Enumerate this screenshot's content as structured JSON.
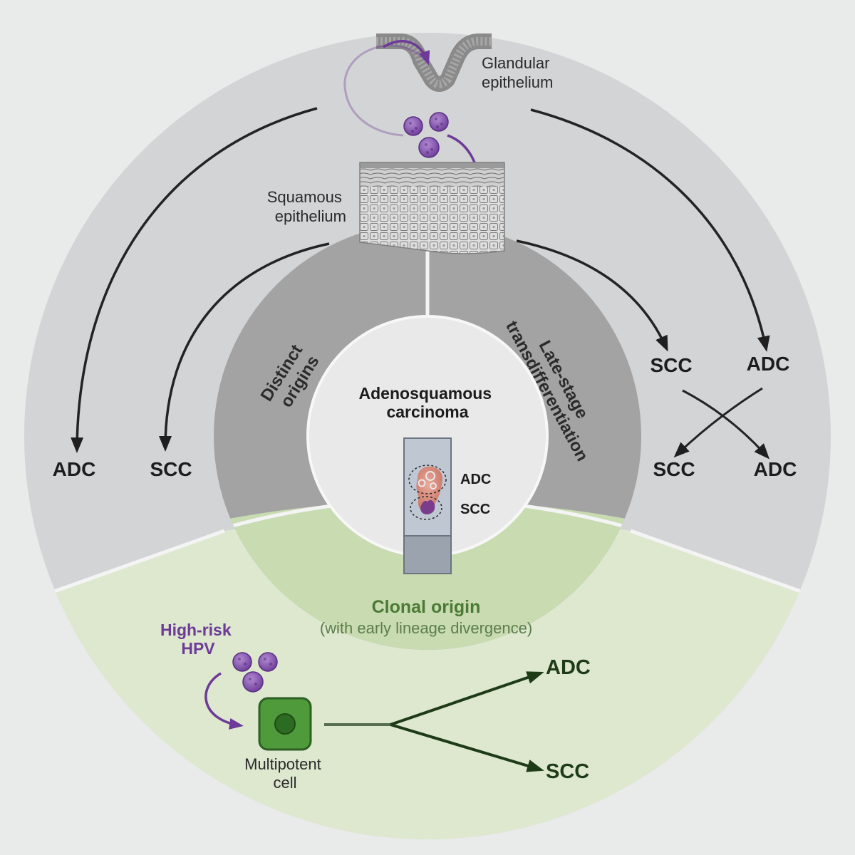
{
  "colors": {
    "page_bg": "#e9eaea",
    "outer_ring": "#d3d4d5",
    "outer_green": "#dde8cf",
    "middle_gray": "#a3a3a4",
    "middle_green": "#c9dbb1",
    "center": "#e9e9e9",
    "green_text": "#4a7a35",
    "dark_green": "#1e3b17",
    "purple": "#6d3a98",
    "arrow": "#2a2a2a",
    "cell_fill": "#4f9a3a",
    "nucleus": "#2c6b22"
  },
  "icons": {
    "virus": "hpv-virion-icon",
    "cell": "multipotent-cell-icon",
    "slide": "tissue-slide-icon"
  },
  "labels": {
    "glandular": [
      "Glandular",
      "epithelium"
    ],
    "squamous": [
      "Squamous",
      "epithelium"
    ],
    "center_title": [
      "Adenosquamous",
      "carcinoma"
    ],
    "slide_adc": "ADC",
    "slide_scc": "SCC",
    "sector_distinct": [
      "Distinct",
      "origins"
    ],
    "sector_late": [
      "Late-stage",
      "transdifferentiation"
    ],
    "clonal_title": "Clonal origin",
    "clonal_sub": "(with early lineage divergence)",
    "hpv": [
      "High-risk",
      "HPV"
    ],
    "multipotent": [
      "Multipotent",
      "cell"
    ],
    "left_adc": "ADC",
    "left_scc": "SCC",
    "right_scc_top": "SCC",
    "right_adc_top": "ADC",
    "right_scc_bottom": "SCC",
    "right_adc_bottom": "ADC",
    "green_adc": "ADC",
    "green_scc": "SCC"
  }
}
